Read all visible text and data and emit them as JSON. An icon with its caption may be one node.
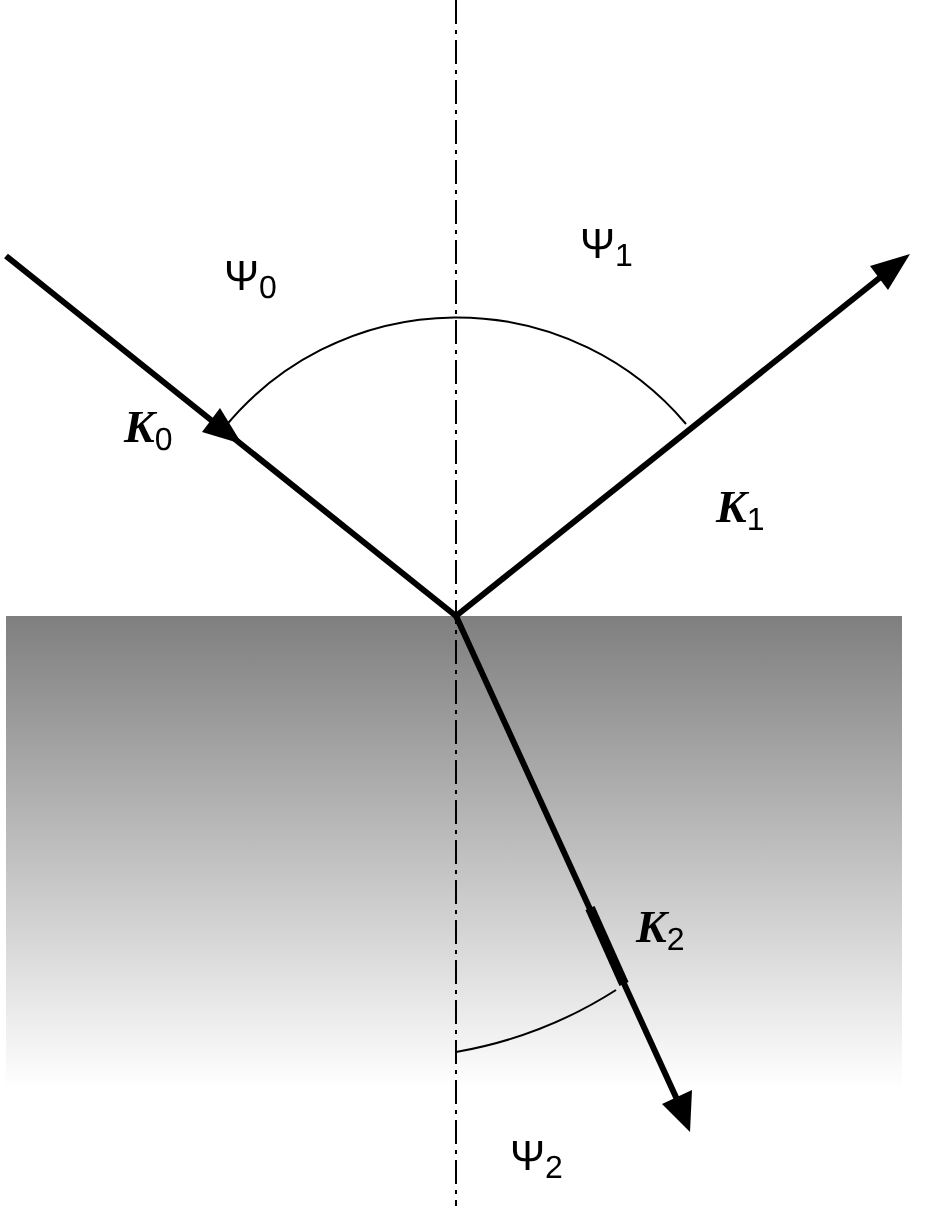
{
  "diagram": {
    "labels": [
      "Ψ$_{0}$",
      "Ψ$_{1}$",
      "**K**$_{0}$",
      "**K**$_{1}$",
      "**K**$_{2}$",
      "Ψ$_{2}$"
    ]
  }
}
